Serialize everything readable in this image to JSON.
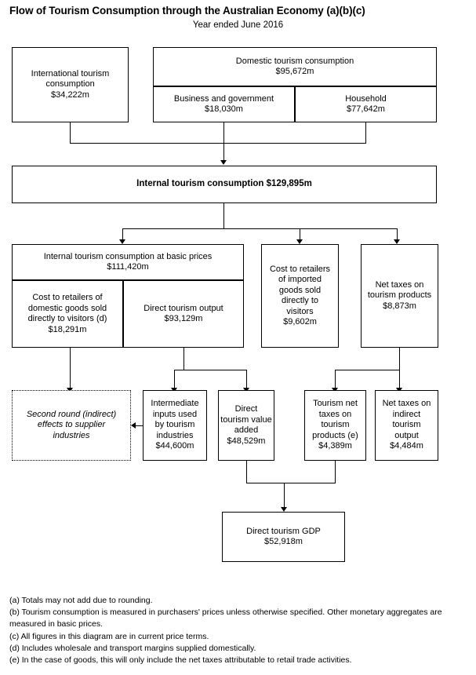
{
  "header": {
    "title": "Flow of Tourism Consumption through the Australian Economy (a)(b)(c)",
    "subtitle": "Year ended June 2016"
  },
  "nodes": {
    "international": {
      "label": "International tourism\nconsumption\n$34,222m"
    },
    "domestic_total": {
      "label": "Domestic tourism consumption\n$95,672m"
    },
    "business_gov": {
      "label": "Business and government\n$18,030m"
    },
    "household": {
      "label": "Household\n$77,642m"
    },
    "internal_consumption": {
      "label": "Internal tourism consumption $129,895m"
    },
    "internal_basic_prices": {
      "label": "Internal tourism consumption at basic prices\n$111,420m"
    },
    "cost_domestic_goods": {
      "label": "Cost to retailers of\ndomestic goods sold\ndirectly to visitors (d)\n$18,291m"
    },
    "direct_tourism_output": {
      "label": "Direct tourism output\n$93,129m"
    },
    "cost_imported_goods": {
      "label": "Cost to retailers\nof imported\ngoods sold\ndirectly to\nvisitors\n$9,602m"
    },
    "net_taxes_products": {
      "label": "Net taxes on\ntourism products\n$8,873m"
    },
    "second_round": {
      "label": "Second round (indirect)\neffects to supplier\nindustries"
    },
    "intermediate_inputs": {
      "label": "Intermediate\ninputs used\nby tourism\nindustries\n$44,600m"
    },
    "direct_value_added": {
      "label": "Direct\ntourism value\nadded\n$48,529m"
    },
    "tourism_net_taxes": {
      "label": "Tourism net\ntaxes on\ntourism\nproducts (e)\n$4,389m"
    },
    "net_taxes_indirect": {
      "label": "Net taxes on\nindirect\ntourism\noutput\n$4,484m"
    },
    "direct_gdp": {
      "label": "Direct tourism GDP\n$52,918m"
    }
  },
  "footnotes": {
    "a": "(a) Totals may not add due to rounding.",
    "b": "(b) Tourism consumption is measured in purchasers' prices unless otherwise specified. Other monetary aggregates are measured in basic prices.",
    "c": "(c) All figures in this diagram are in current price terms.",
    "d": "(d) Includes wholesale and transport margins supplied domestically.",
    "e": "(e) In the case of goods, this will only include the net taxes attributable to retail trade activities."
  },
  "chart_data": {
    "type": "diagram",
    "title": "Flow of Tourism Consumption through the Australian Economy",
    "period": "Year ended June 2016",
    "units": "A$ million, current prices",
    "flows": [
      {
        "from": "International tourism consumption",
        "to": "Internal tourism consumption",
        "value": 34222
      },
      {
        "from": "Business and government",
        "to": "Internal tourism consumption",
        "value": 18030
      },
      {
        "from": "Household",
        "to": "Internal tourism consumption",
        "value": 77642
      },
      {
        "from": "Internal tourism consumption",
        "to": "Internal tourism consumption at basic prices",
        "value": 111420
      },
      {
        "from": "Internal tourism consumption",
        "to": "Cost to retailers of imported goods sold directly to visitors",
        "value": 9602
      },
      {
        "from": "Internal tourism consumption",
        "to": "Net taxes on tourism products",
        "value": 8873
      },
      {
        "from": "Cost to retailers of domestic goods sold directly to visitors",
        "to": "Second round (indirect) effects to supplier industries",
        "value": 18291
      },
      {
        "from": "Direct tourism output",
        "to": "Intermediate inputs used by tourism industries",
        "value": 44600
      },
      {
        "from": "Direct tourism output",
        "to": "Direct tourism value added",
        "value": 48529
      },
      {
        "from": "Intermediate inputs used by tourism industries",
        "to": "Second round (indirect) effects to supplier industries",
        "value": 44600
      },
      {
        "from": "Net taxes on tourism products",
        "to": "Tourism net taxes on tourism products",
        "value": 4389
      },
      {
        "from": "Net taxes on tourism products",
        "to": "Net taxes on indirect tourism output",
        "value": 4484
      },
      {
        "from": "Direct tourism value added",
        "to": "Direct tourism GDP",
        "value": 48529
      },
      {
        "from": "Tourism net taxes on tourism products",
        "to": "Direct tourism GDP",
        "value": 4389
      }
    ],
    "totals": {
      "international_tourism_consumption": 34222,
      "domestic_tourism_consumption": 95672,
      "business_and_government": 18030,
      "household": 77642,
      "internal_tourism_consumption": 129895,
      "internal_tourism_consumption_at_basic_prices": 111420,
      "cost_to_retailers_domestic_goods": 18291,
      "direct_tourism_output": 93129,
      "cost_to_retailers_imported_goods": 9602,
      "net_taxes_on_tourism_products": 8873,
      "intermediate_inputs_used_by_tourism_industries": 44600,
      "direct_tourism_value_added": 48529,
      "tourism_net_taxes_on_tourism_products": 4389,
      "net_taxes_on_indirect_tourism_output": 4484,
      "direct_tourism_gdp": 52918
    }
  }
}
